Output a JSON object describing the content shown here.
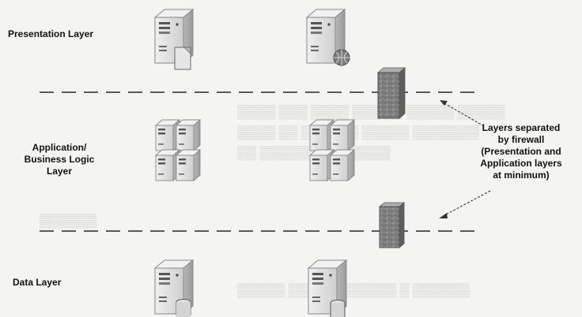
{
  "diagram": {
    "layers": [
      {
        "id": "presentation",
        "lines": [
          "Presentation Layer"
        ]
      },
      {
        "id": "application",
        "lines": [
          "Application/",
          "Business Logic",
          "Layer"
        ]
      },
      {
        "id": "data",
        "lines": [
          "Data Layer"
        ]
      }
    ],
    "callout": {
      "lines": [
        "Layers separated",
        "by firewall",
        "(Presentation and",
        "Application layers",
        "at minimum)"
      ]
    },
    "icons": {
      "server": "server-tower-icon",
      "server_cluster": "server-cluster-icon",
      "firewall": "firewall-icon",
      "document": "document-icon",
      "globe": "globe-icon",
      "database": "database-icon"
    },
    "colors": {
      "server_body": "#dcdcdc",
      "server_shade": "#a9a9a9",
      "firewall": "#8a8a8a",
      "dash_line": "#5a5a5a"
    }
  }
}
